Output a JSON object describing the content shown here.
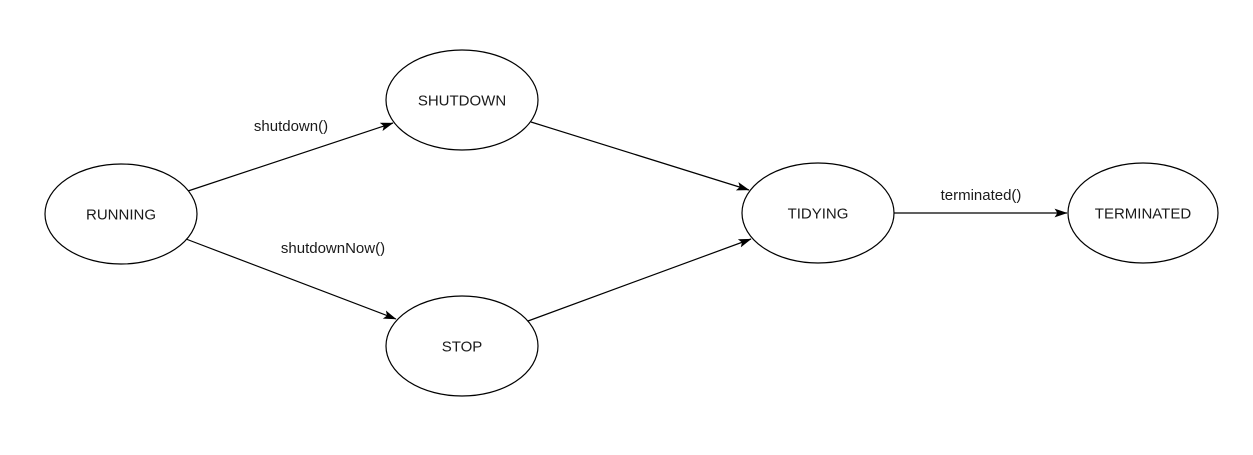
{
  "diagram": {
    "type": "state-diagram",
    "background": "#ffffff",
    "colors": {
      "stroke": "#000000",
      "text": "#1a1a1a",
      "node_fill": "#ffffff"
    },
    "nodes": [
      {
        "id": "running",
        "label": "RUNNING"
      },
      {
        "id": "shutdown",
        "label": "SHUTDOWN"
      },
      {
        "id": "stop",
        "label": "STOP"
      },
      {
        "id": "tidying",
        "label": "TIDYING"
      },
      {
        "id": "terminated",
        "label": "TERMINATED"
      }
    ],
    "edges": [
      {
        "from": "RUNNING",
        "to": "SHUTDOWN",
        "label": "shutdown()"
      },
      {
        "from": "RUNNING",
        "to": "STOP",
        "label": "shutdownNow()"
      },
      {
        "from": "SHUTDOWN",
        "to": "TIDYING",
        "label": ""
      },
      {
        "from": "STOP",
        "to": "TIDYING",
        "label": ""
      },
      {
        "from": "TIDYING",
        "to": "TERMINATED",
        "label": "terminated()"
      }
    ]
  }
}
